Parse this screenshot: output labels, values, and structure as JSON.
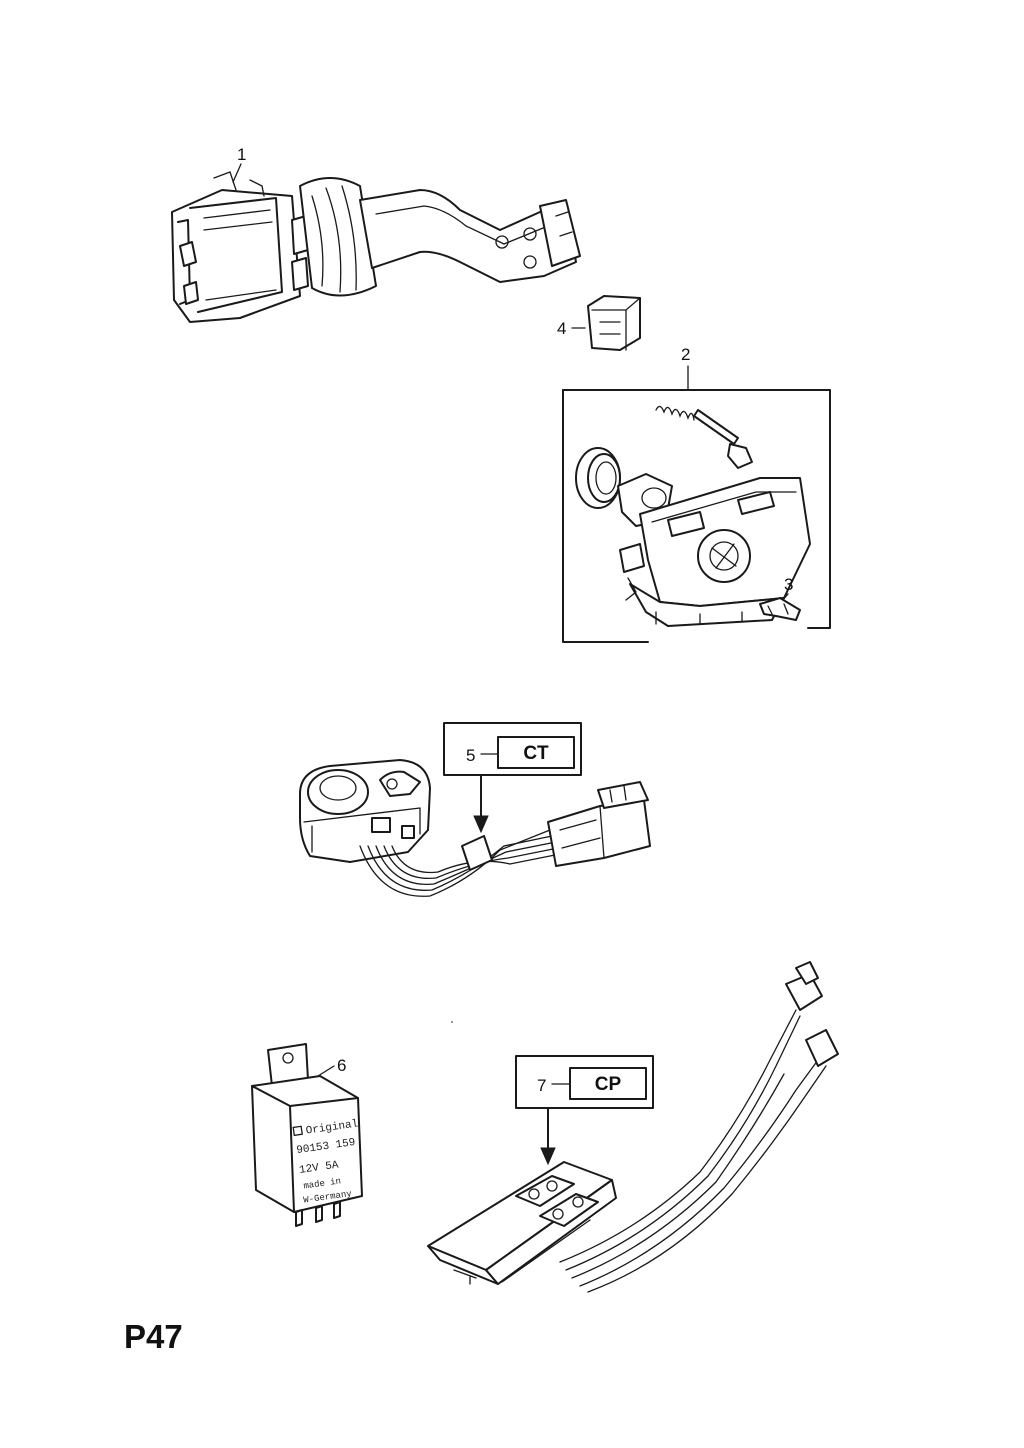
{
  "diagram": {
    "page_code": "P47",
    "callouts": [
      "1",
      "2",
      "3",
      "4",
      "5",
      "6",
      "7"
    ],
    "codes": {
      "item5": "CT",
      "item7": "CP"
    },
    "relay_label": {
      "line1": "Original",
      "line2": "90153 159",
      "line3": "12V   5A",
      "line4": "made in",
      "line5": "W-Germany"
    }
  }
}
